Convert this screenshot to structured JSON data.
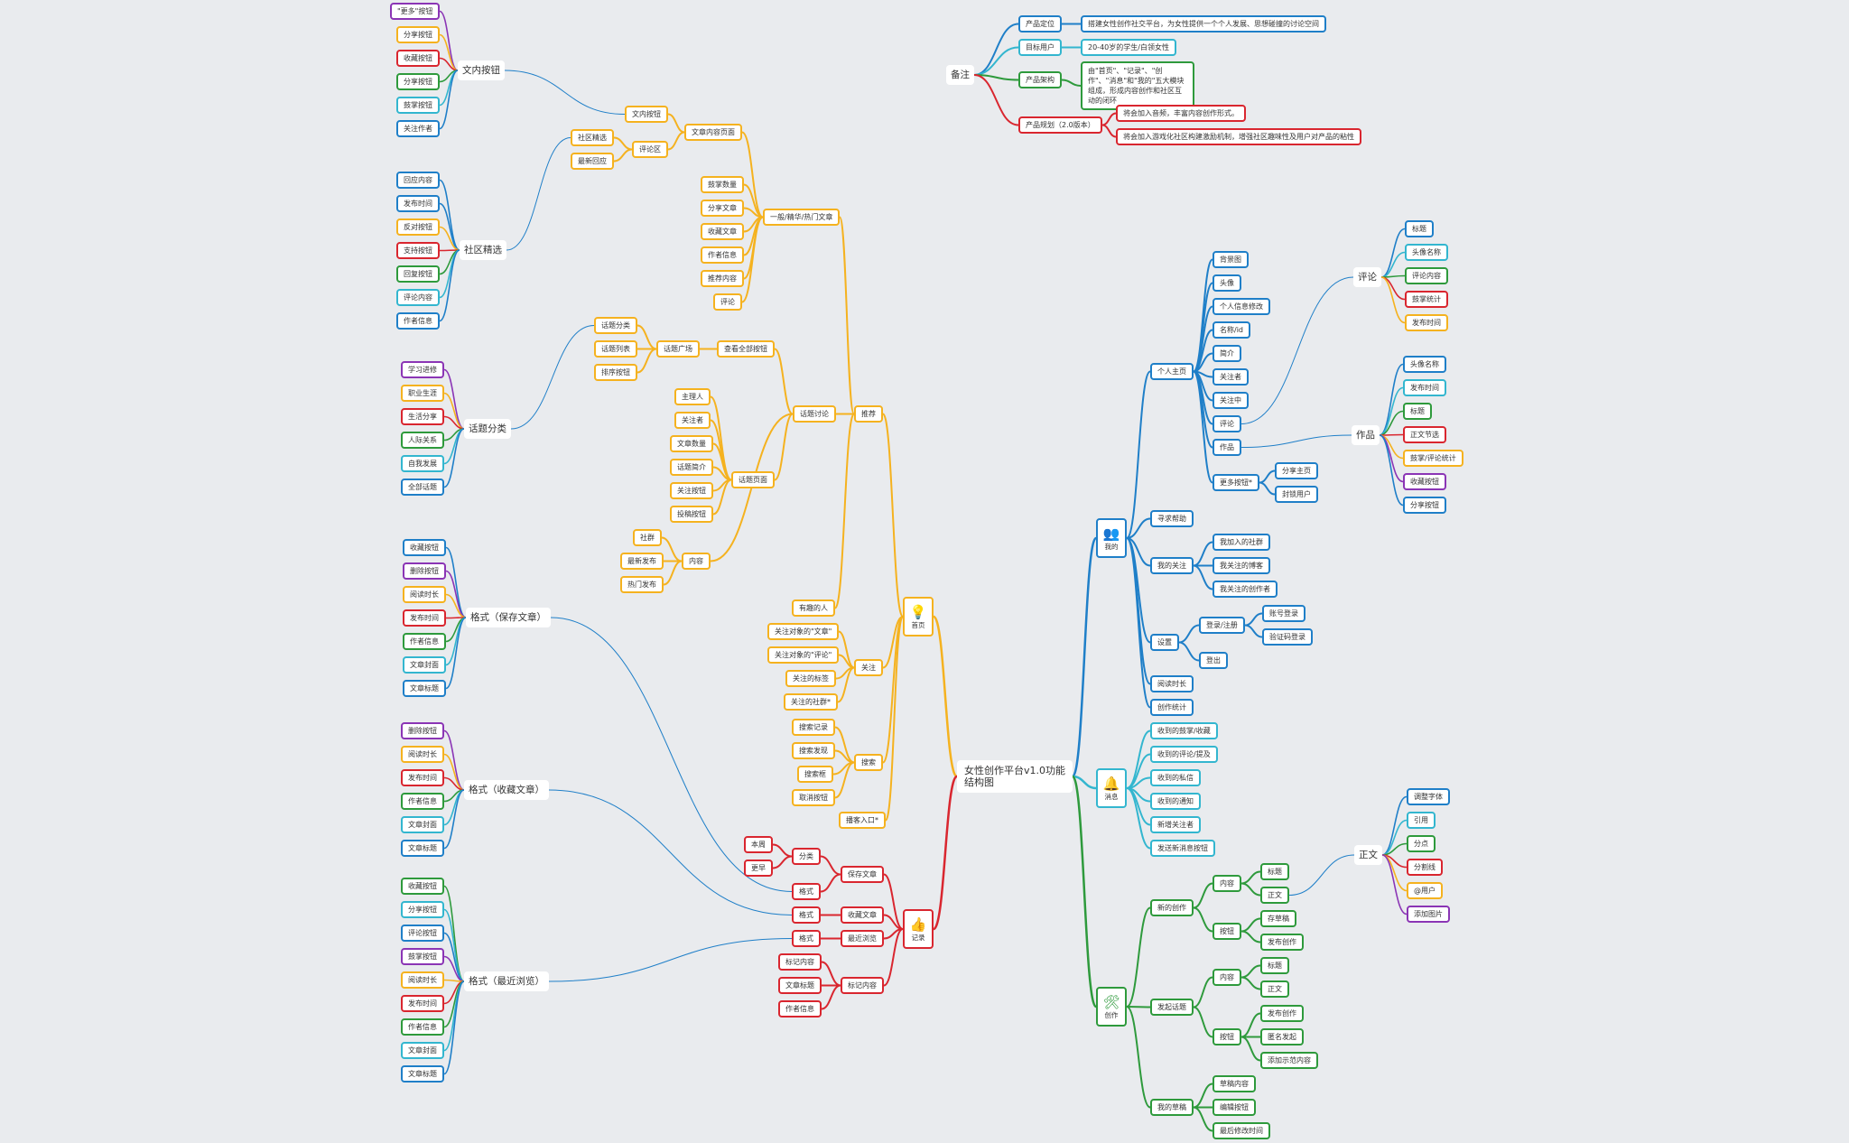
{
  "root": "女性创作平台v1.0功能结构图",
  "hubs": {
    "home": "首页",
    "record": "记录",
    "mine": "我的",
    "message": "消息",
    "create": "创作"
  },
  "icons": {
    "home": "lightbulb-icon",
    "record": "thumbs-up-icon",
    "mine": "users-icon",
    "message": "bell-icon",
    "create": "tools-icon"
  },
  "colors": {
    "yellow": "#f5b21f",
    "blue": "#1f7fc8",
    "cyan": "#33b6cf",
    "red": "#d9262f",
    "green": "#2e9a3c",
    "purple": "#8b35b5"
  },
  "labels": {
    "n1": "\"更多\"按钮",
    "n2": "分享按钮",
    "n3": "收藏按钮",
    "n4": "分享按钮",
    "n5": "鼓掌按钮",
    "n6": "关注作者",
    "n7": "文内按钮",
    "n8": "回应内容",
    "n9": "发布时间",
    "n10": "反对按钮",
    "n11": "支持按钮",
    "n12": "回复按钮",
    "n13": "评论内容",
    "n14": "作者信息",
    "n15": "社区精选",
    "n16": "学习进修",
    "n17": "职业生涯",
    "n18": "生活分享",
    "n19": "人际关系",
    "n20": "自我发展",
    "n21": "全部话题",
    "n22": "话题分类",
    "n23": "收藏按钮",
    "n24": "删除按钮",
    "n25": "阅读时长",
    "n26": "发布时间",
    "n27": "作者信息",
    "n28": "文章封面",
    "n29": "文章标题",
    "n30": "格式（保存文章）",
    "n31": "删除按钮",
    "n32": "阅读时长",
    "n33": "发布时间",
    "n34": "作者信息",
    "n35": "文章封面",
    "n36": "文章标题",
    "n37": "格式（收藏文章）",
    "n38": "收藏按钮",
    "n39": "分享按钮",
    "n40": "评论按钮",
    "n41": "鼓掌按钮",
    "n42": "阅读时长",
    "n43": "发布时间",
    "n44": "作者信息",
    "n45": "文章封面",
    "n46": "文章标题",
    "n47": "格式（最近浏览）",
    "y1": "文内按钮",
    "y2": "社区精选",
    "y3": "最新回应",
    "y4": "评论区",
    "y5": "文章内容页面",
    "y6": "鼓掌数量",
    "y7": "分享文章",
    "y8": "收藏文章",
    "y9": "作者信息",
    "y10": "推荐内容",
    "y11": "评论",
    "y12": "一般/精华/热门文章",
    "y13": "话题分类",
    "y14": "话题列表",
    "y15": "排序按钮",
    "y16": "话题广场",
    "y17": "查看全部按钮",
    "y18": "主理人",
    "y19": "关注者",
    "y20": "文章数量",
    "y21": "话题简介",
    "y22": "关注按钮",
    "y23": "投稿按钮",
    "y24": "话题页面",
    "y25": "话题讨论",
    "y26": "社群",
    "y27": "最新发布",
    "y28": "热门发布",
    "y29": "内容",
    "y30": "推荐",
    "y31": "有趣的人",
    "y32": "关注对象的\"文章\"",
    "y33": "关注对象的\"评论\"",
    "y34": "关注的标签",
    "y35": "关注的社群*",
    "y36": "关注",
    "y37": "搜索记录",
    "y38": "搜索发现",
    "y39": "搜索框",
    "y40": "取消按钮",
    "y41": "搜索",
    "y42": "播客入口*",
    "r1": "本周",
    "r2": "更早",
    "r3": "分类",
    "r4": "格式",
    "r5": "保存文章",
    "r6": "格式",
    "r7": "收藏文章",
    "r8": "格式",
    "r9": "最近浏览",
    "r10": "标记内容",
    "r11": "文章标题",
    "r12": "作者信息",
    "r13": "标记内容",
    "a1": "备注",
    "a2": "产品定位",
    "a3": "搭建女性创作社交平台，为女性提供一个个人发展、思想碰撞的讨论空间",
    "a4": "目标用户",
    "a5": "20-40岁的学生/白领女性",
    "a6": "产品架构",
    "a7": "由\"首页\"、\"记录\"、\"创作\"、\"消息\"和\"我的\"五大模块组成，形成内容创作和社区互动的闭环",
    "a8": "产品规划（2.0版本）",
    "a9": "将会加入音频，丰富内容创作形式。",
    "a10": "将会加入游戏化社区构建激励机制，增强社区趣味性及用户对产品的粘性",
    "b1": "个人主页",
    "b2": "背景图",
    "b3": "头像",
    "b4": "个人信息修改",
    "b5": "名称/id",
    "b6": "简介",
    "b7": "关注者",
    "b8": "关注中",
    "b9": "评论",
    "b10": "作品",
    "b11": "更多按钮*",
    "b12": "分享主页",
    "b13": "封锁用户",
    "b14": "评论",
    "b15": "标题",
    "b16": "头像名称",
    "b17": "评论内容",
    "b18": "鼓掌统计",
    "b19": "发布时间",
    "b20": "作品",
    "b21": "头像名称",
    "b22": "发布时间",
    "b23": "标题",
    "b24": "正文节选",
    "b25": "鼓掌/评论统计",
    "b26": "收藏按钮",
    "b27": "分享按钮",
    "b28": "寻求帮助",
    "b29": "我的关注",
    "b30": "我加入的社群",
    "b31": "我关注的博客",
    "b32": "我关注的创作者",
    "b33": "设置",
    "b34": "登录/注册",
    "b35": "账号登录",
    "b36": "验证码登录",
    "b37": "登出",
    "b38": "阅读时长",
    "b39": "创作统计",
    "m1": "收到的鼓掌/收藏",
    "m2": "收到的评论/提及",
    "m3": "收到的私信",
    "m4": "收到的通知",
    "m5": "新增关注者",
    "m6": "发送新消息按钮",
    "g1": "新的创作",
    "g2": "内容",
    "g3": "标题",
    "g4": "正文",
    "g5": "按钮",
    "g6": "存草稿",
    "g7": "发布创作",
    "g8": "发起话题",
    "g9": "内容",
    "g10": "标题",
    "g11": "正文",
    "g12": "按钮",
    "g13": "发布创作",
    "g14": "匿名发起",
    "g15": "添加示范内容",
    "g16": "我的草稿",
    "g17": "草稿内容",
    "g18": "编辑按钮",
    "g19": "最后修改时间",
    "g20": "正文",
    "g21": "调整字体",
    "g22": "引用",
    "g23": "分点",
    "g24": "分割线",
    "g25": "@用户",
    "g26": "添加图片"
  }
}
